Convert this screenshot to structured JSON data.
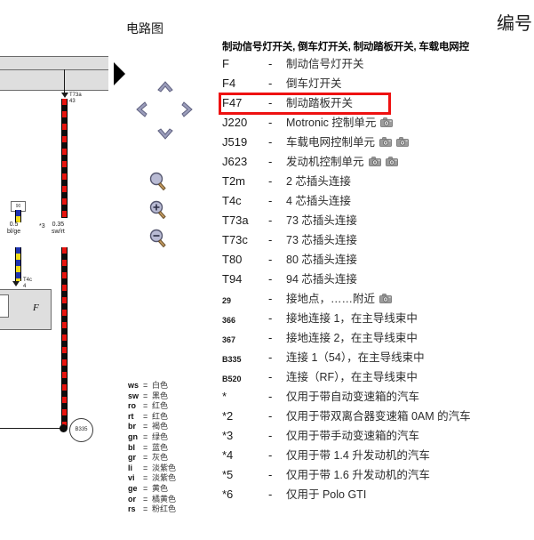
{
  "document": {
    "title": "编号",
    "diagram_heading": "电路图"
  },
  "key_panel": {
    "header": "制动信号灯开关, 倒车灯开关, 制动踏板开关, 车载电网控",
    "rows": [
      {
        "code": "F",
        "dash": "-",
        "desc": "制动信号灯开关",
        "cameras": 0,
        "small": false
      },
      {
        "code": "F4",
        "dash": "-",
        "desc": "倒车灯开关",
        "cameras": 0,
        "small": false
      },
      {
        "code": "F47",
        "dash": "-",
        "desc": "制动踏板开关",
        "cameras": 0,
        "small": false,
        "highlighted": true
      },
      {
        "code": "J220",
        "dash": "-",
        "desc": "Motronic 控制单元",
        "cameras": 1,
        "small": false
      },
      {
        "code": "J519",
        "dash": "-",
        "desc": "车载电网控制单元",
        "cameras": 2,
        "small": false
      },
      {
        "code": "J623",
        "dash": "-",
        "desc": "发动机控制单元",
        "cameras": 2,
        "small": false
      },
      {
        "code": "T2m",
        "dash": "-",
        "desc": "2 芯插头连接",
        "cameras": 0,
        "small": false
      },
      {
        "code": "T4c",
        "dash": "-",
        "desc": "4 芯插头连接",
        "cameras": 0,
        "small": false
      },
      {
        "code": "T73a",
        "dash": "-",
        "desc": "73 芯插头连接",
        "cameras": 0,
        "small": false
      },
      {
        "code": "T73c",
        "dash": "-",
        "desc": "73 芯插头连接",
        "cameras": 0,
        "small": false
      },
      {
        "code": "T80",
        "dash": "-",
        "desc": "80 芯插头连接",
        "cameras": 0,
        "small": false
      },
      {
        "code": "T94",
        "dash": "-",
        "desc": "94 芯插头连接",
        "cameras": 0,
        "small": false
      },
      {
        "code": "29",
        "dash": "-",
        "desc": "接地点，……附近",
        "cameras": 1,
        "small": true
      },
      {
        "code": "366",
        "dash": "-",
        "desc": "接地连接 1，在主导线束中",
        "cameras": 0,
        "small": true
      },
      {
        "code": "367",
        "dash": "-",
        "desc": "接地连接 2，在主导线束中",
        "cameras": 0,
        "small": true
      },
      {
        "code": "B335",
        "dash": "-",
        "desc": "连接 1（54），在主导线束中",
        "cameras": 0,
        "small": true
      },
      {
        "code": "B520",
        "dash": "-",
        "desc": "连接（RF），在主导线束中",
        "cameras": 0,
        "small": true
      },
      {
        "code": "*",
        "dash": "-",
        "desc": "仅用于带自动变速箱的汽车",
        "cameras": 0,
        "small": false
      },
      {
        "code": "*2",
        "dash": "-",
        "desc": "仅用于带双离合器变速箱 0AM 的汽车",
        "cameras": 0,
        "small": false
      },
      {
        "code": "*3",
        "dash": "-",
        "desc": "仅用于带手动变速箱的汽车",
        "cameras": 0,
        "small": false
      },
      {
        "code": "*4",
        "dash": "-",
        "desc": "仅用于带 1.4 升发动机的汽车",
        "cameras": 0,
        "small": false
      },
      {
        "code": "*5",
        "dash": "-",
        "desc": "仅用于带 1.6 升发动机的汽车",
        "cameras": 0,
        "small": false
      },
      {
        "code": "*6",
        "dash": "-",
        "desc": "仅用于 Polo GTI",
        "cameras": 0,
        "small": false
      }
    ]
  },
  "color_legend": [
    {
      "code": "ws",
      "eq": "=",
      "name": "白色"
    },
    {
      "code": "sw",
      "eq": "=",
      "name": "黑色"
    },
    {
      "code": "ro",
      "eq": "=",
      "name": "红色"
    },
    {
      "code": "rt",
      "eq": "=",
      "name": "红色"
    },
    {
      "code": "br",
      "eq": "=",
      "name": "褐色"
    },
    {
      "code": "gn",
      "eq": "=",
      "name": "绿色"
    },
    {
      "code": "bl",
      "eq": "=",
      "name": "蓝色"
    },
    {
      "code": "gr",
      "eq": "=",
      "name": "灰色"
    },
    {
      "code": "li",
      "eq": "=",
      "name": "淡紫色"
    },
    {
      "code": "vi",
      "eq": "=",
      "name": "淡紫色"
    },
    {
      "code": "ge",
      "eq": "=",
      "name": "黄色"
    },
    {
      "code": "or",
      "eq": "=",
      "name": "橘黄色"
    },
    {
      "code": "rs",
      "eq": "=",
      "name": "粉红色"
    }
  ],
  "diagram": {
    "connector_t73a": "T73a",
    "connector_t73a_pin": "43",
    "connector_t4c": "T4c",
    "connector_t4c_pin": "4",
    "wire_swrt_gauge": "0.35",
    "wire_swrt_color": "sw/rt",
    "wire_blge_gauge": "0.5",
    "wire_blge_color": "bl/ge",
    "footnote_mark": "*3",
    "component_label": "F",
    "junction_label": "B335",
    "top_connector_box": "90"
  },
  "toolbar": {
    "nav_up": "向上",
    "nav_left": "向左",
    "nav_right": "向右",
    "nav_down": "向下",
    "zoom_fit": "适合窗口",
    "zoom_in": "放大",
    "zoom_out": "缩小"
  },
  "colors": {
    "highlight": "#ee1111",
    "wire_red": "#e8140f",
    "wire_black": "#0d0d0d",
    "wire_blue": "#1e33b0",
    "wire_yellow": "#f0dc18",
    "busbar_gray": "#dedede",
    "icon_lilac": "#8d8fb0"
  }
}
